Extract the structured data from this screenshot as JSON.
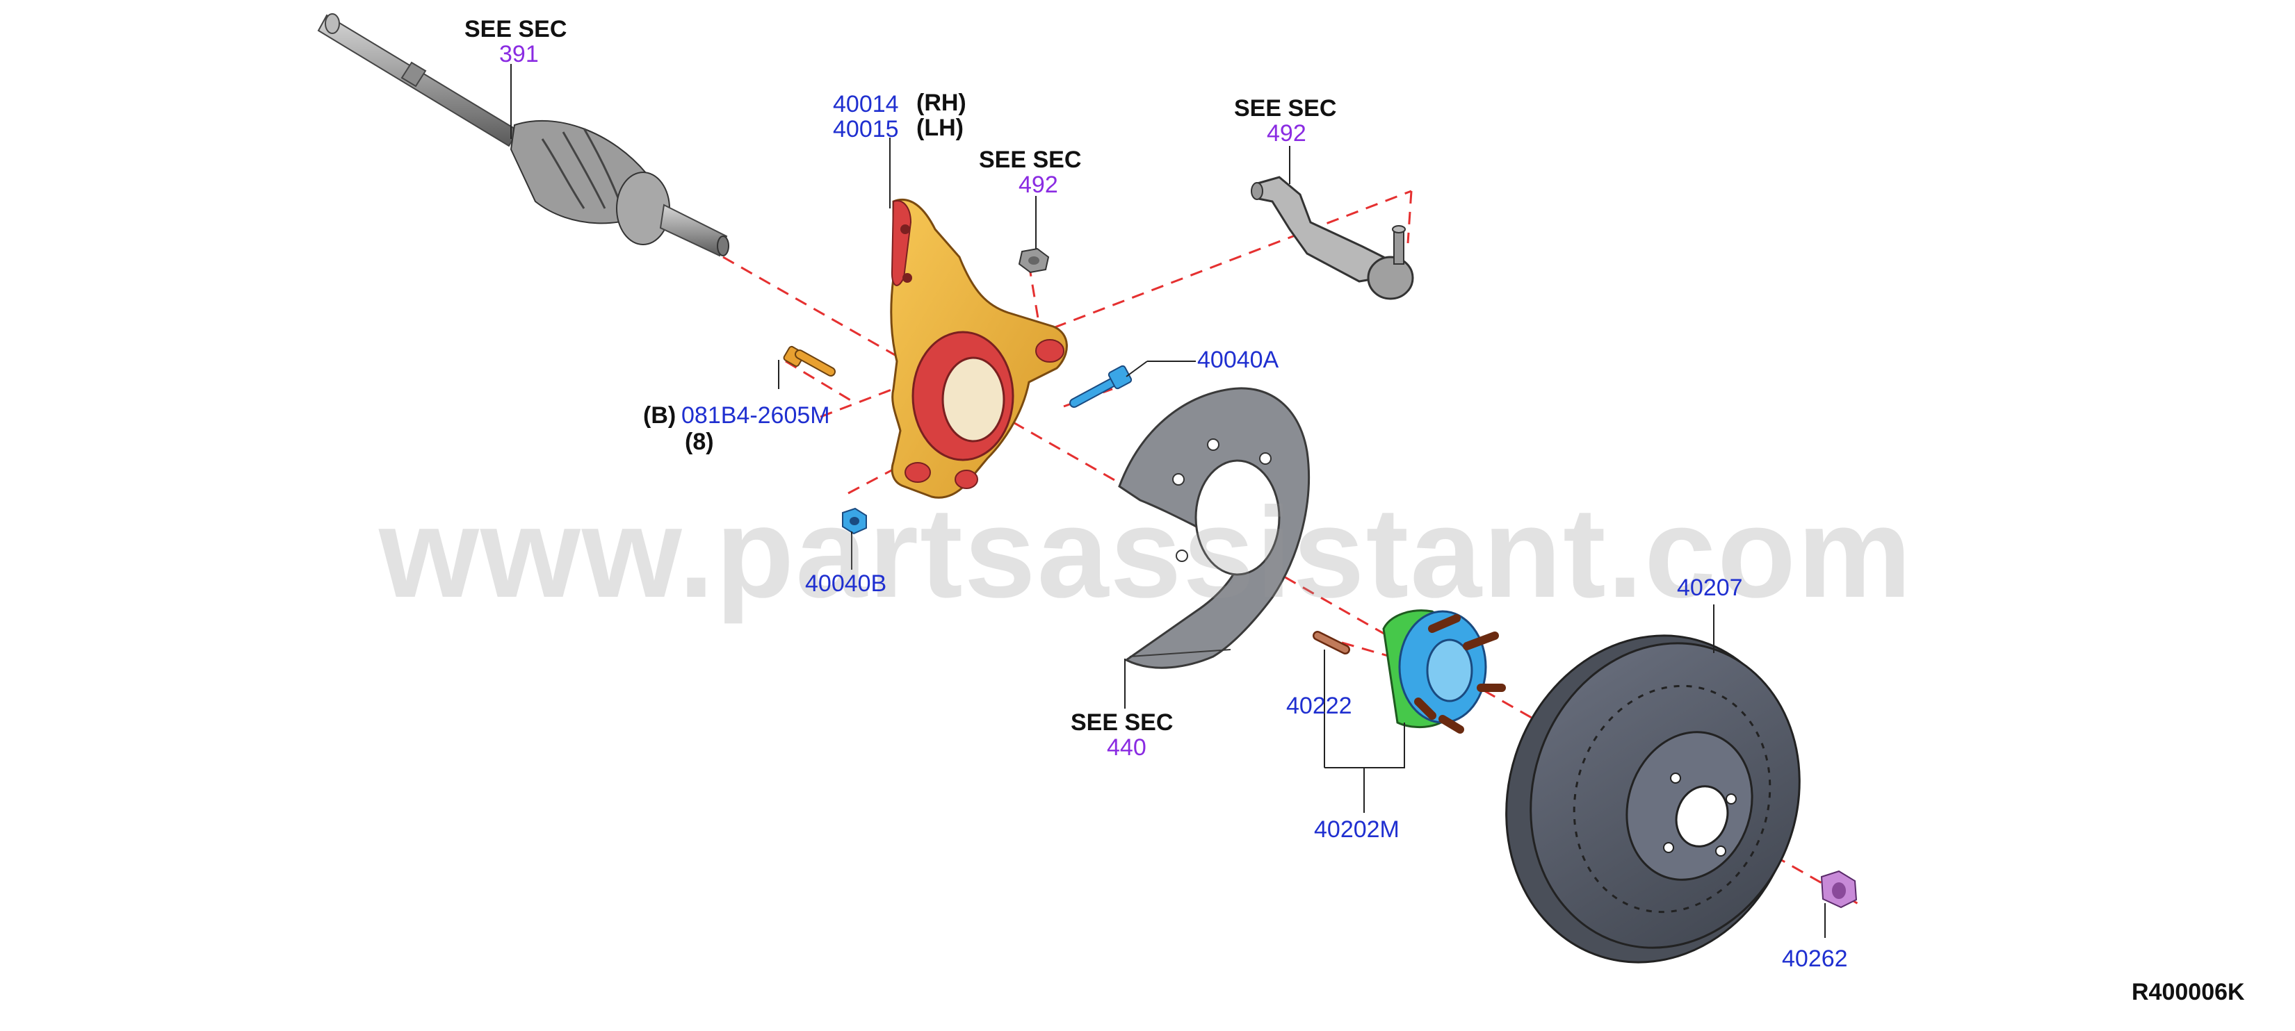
{
  "diagram": {
    "watermark": "www.partsassistant.com",
    "figure_code": "R400006K",
    "callouts": {
      "driveshaft": {
        "see": "SEE SEC",
        "sec": "391"
      },
      "knuckle": {
        "rh_part": "40014",
        "rh_tag": "(RH)",
        "lh_part": "40015",
        "lh_tag": "(LH)"
      },
      "knuckle_nut": {
        "see": "SEE SEC",
        "sec": "492"
      },
      "tie_rod_end": {
        "see": "SEE SEC",
        "sec": "492"
      },
      "knuckle_bolt": {
        "prefix": "(B)",
        "part": "081B4-2605M",
        "qty": "(8)"
      },
      "upper_bolt": {
        "part": "40040A"
      },
      "lower_nut": {
        "part": "40040B"
      },
      "baffle_plate": {
        "see": "SEE SEC",
        "sec": "440"
      },
      "hub_bolt": {
        "part": "40222"
      },
      "hub_assembly": {
        "part": "40202M"
      },
      "disc_rotor": {
        "part": "40207"
      },
      "hub_nut": {
        "part": "40262"
      }
    },
    "colors": {
      "part_number": "#1f2fd0",
      "section_number": "#8a2be2",
      "leader_dash": "#e53030",
      "knuckle": "#f0b43c",
      "knuckle_face": "#d84040",
      "hub_green": "#46c84a",
      "hub_blue": "#3aa6e6",
      "rotor": "#5e6470",
      "baffle": "#8a8d93",
      "bolt_blue": "#3aa6e6",
      "bolt_orange": "#e8a030",
      "nut_purple": "#c88ad8"
    }
  }
}
